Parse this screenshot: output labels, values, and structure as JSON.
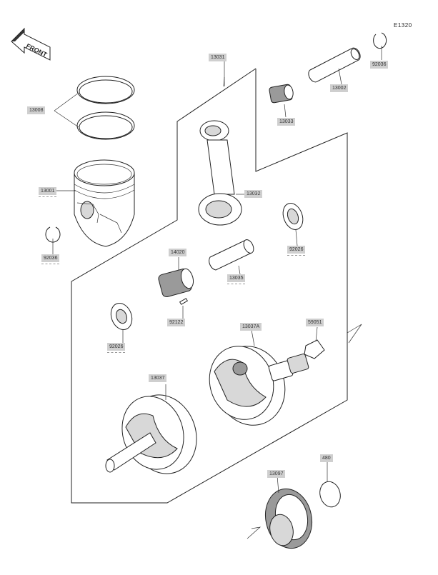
{
  "diagram_code": "E1320",
  "front_arrow": {
    "label": "FRONT"
  },
  "part_numbers": [
    {
      "id": "13031_top",
      "text": "13031"
    },
    {
      "id": "13008",
      "text": "13008"
    },
    {
      "id": "13001",
      "text": "13001"
    },
    {
      "id": "92036_left",
      "text": "92036"
    },
    {
      "id": "92036_right",
      "text": "92036"
    },
    {
      "id": "13002",
      "text": "13002"
    },
    {
      "id": "13033",
      "text": "13033"
    },
    {
      "id": "13032",
      "text": "13032"
    },
    {
      "id": "92026_right",
      "text": "92026"
    },
    {
      "id": "14020",
      "text": "14020"
    },
    {
      "id": "13035",
      "text": "13035"
    },
    {
      "id": "92122",
      "text": "92122"
    },
    {
      "id": "92026_left",
      "text": "92026"
    },
    {
      "id": "13037A",
      "text": "13037A"
    },
    {
      "id": "59051",
      "text": "59051"
    },
    {
      "id": "13037",
      "text": "13037"
    },
    {
      "id": "480",
      "text": "480"
    },
    {
      "id": "13097",
      "text": "13097"
    }
  ]
}
